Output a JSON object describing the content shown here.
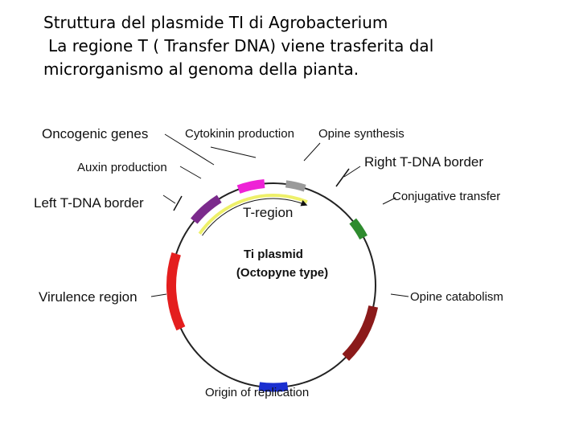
{
  "caption": {
    "line1": "Struttura del plasmide TI di Agrobacterium",
    "line2": "La regione T ( Transfer DNA) viene trasferita dal",
    "line3": "microrganismo al genoma della pianta."
  },
  "diagram": {
    "center_title": "Ti plasmid",
    "center_subtitle": "(Octopyne type)",
    "t_region_label": "T-region",
    "labels": {
      "oncogenic_genes": "Oncogenic genes",
      "cytokinin_production": "Cytokinin production",
      "opine_synthesis": "Opine synthesis",
      "right_border": "Right T-DNA border",
      "auxin_production": "Auxin production",
      "left_border": "Left T-DNA border",
      "conjugative_transfer": "Conjugative transfer",
      "virulence_region": "Virulence region",
      "opine_catabolism": "Opine catabolism",
      "origin_of_replication": "Origin of replication"
    },
    "segment_colors": {
      "auxin": "#7b2a8c",
      "cytokinin": "#ee22d6",
      "opine_synthesis": "#9a9a9a",
      "conjugative": "#2e8b2e",
      "opine_catabolism": "#8b1a1a",
      "origin": "#1a2fd0",
      "virulence": "#e41e1e",
      "t_region_arc": "#eef06a"
    }
  }
}
